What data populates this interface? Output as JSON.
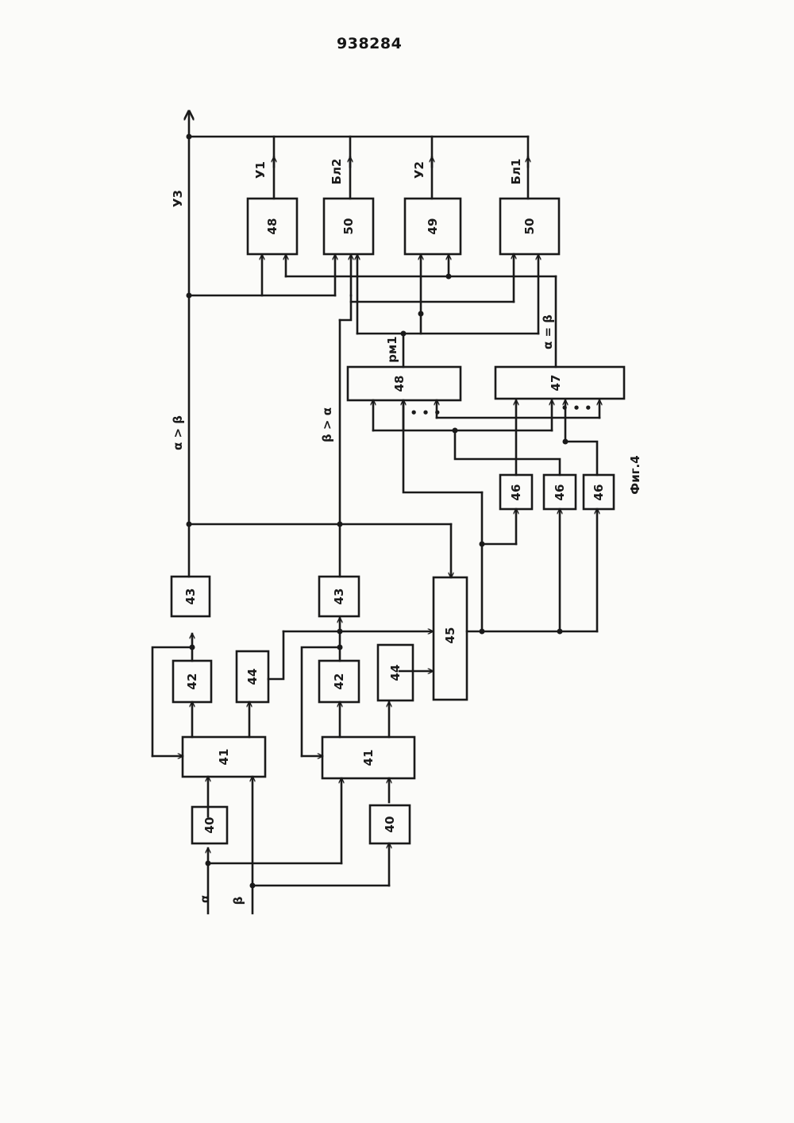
{
  "header": {
    "patent_number": "938284"
  },
  "blocks": [
    {
      "id": "b40a",
      "label": "40"
    },
    {
      "id": "b40b",
      "label": "40"
    },
    {
      "id": "b41a",
      "label": "41"
    },
    {
      "id": "b41b",
      "label": "41"
    },
    {
      "id": "b42a",
      "label": "42"
    },
    {
      "id": "b42b",
      "label": "42"
    },
    {
      "id": "b43a",
      "label": "43"
    },
    {
      "id": "b43b",
      "label": "43"
    },
    {
      "id": "b44a",
      "label": "44"
    },
    {
      "id": "b44b",
      "label": "44"
    },
    {
      "id": "b45",
      "label": "45"
    },
    {
      "id": "b46a",
      "label": "46"
    },
    {
      "id": "b46b",
      "label": "46"
    },
    {
      "id": "b46c",
      "label": "46"
    },
    {
      "id": "b47",
      "label": "47"
    },
    {
      "id": "b48m",
      "label": "48"
    },
    {
      "id": "b48t",
      "label": "48"
    },
    {
      "id": "b50a",
      "label": "50"
    },
    {
      "id": "b49",
      "label": "49"
    },
    {
      "id": "b50b",
      "label": "50"
    }
  ],
  "signals": {
    "alpha": "α",
    "beta": "β",
    "alpha_gt_beta": "α > β",
    "beta_gt_alpha": "β > α",
    "alpha_eq_beta": "α = β",
    "pm1": "рм1",
    "y1": "У1",
    "y2": "У2",
    "y3": "У3",
    "bl2": "Бл2",
    "bl1": "Бл1",
    "dots1": "• • •",
    "dots2": "• • •"
  },
  "caption": {
    "figure": "Фиг.4"
  }
}
